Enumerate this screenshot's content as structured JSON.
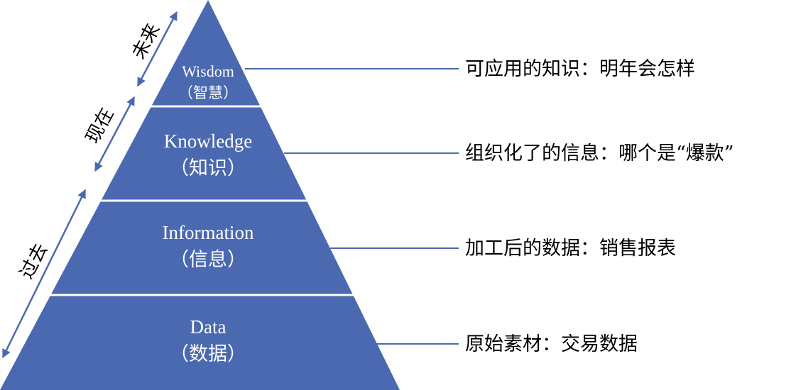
{
  "colors": {
    "pyramid": "#4a69b1",
    "line": "#4a69b1",
    "separator": "#ffffff"
  },
  "layers": [
    {
      "en": "Wisdom",
      "cn": "（智慧）",
      "note": "可应用的知识：明年会怎样"
    },
    {
      "en": "Knowledge",
      "cn": "（知识）",
      "note": "组织化了的信息：哪个是“爆款”"
    },
    {
      "en": "Information",
      "cn": "（信息）",
      "note": "加工后的数据：销售报表"
    },
    {
      "en": "Data",
      "cn": "（数据）",
      "note": "原始素材：交易数据"
    }
  ],
  "timeline": {
    "future": "未来",
    "present": "现在",
    "past": "过去"
  }
}
